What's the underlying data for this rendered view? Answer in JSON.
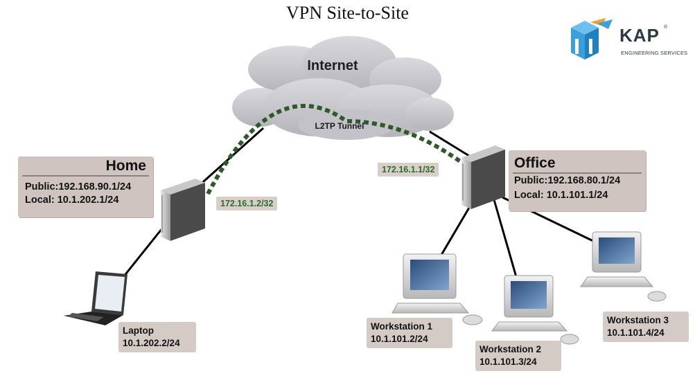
{
  "title": "VPN Site-to-Site",
  "logo": {
    "name": "KAP",
    "registered": "®",
    "subtitle": "ENGINEERING SERVICES"
  },
  "cloud": {
    "label": "Internet"
  },
  "tunnel": {
    "label": "L2TP Tunnel",
    "color": "#2e5a2a"
  },
  "home": {
    "name": "Home",
    "public": "Public:192.168.90.1/24",
    "local": "Local: 10.1.202.1/24",
    "tunnel_ip": "172.16.1.2/32"
  },
  "office": {
    "name": "Office",
    "public": "Public:192.168.80.1/24",
    "local": "Local: 10.1.101.1/24",
    "tunnel_ip": "172.16.1.1/32"
  },
  "devices": {
    "laptop": {
      "name": "Laptop",
      "ip": "10.1.202.2/24"
    },
    "ws1": {
      "name": "Workstation 1",
      "ip": "10.1.101.2/24"
    },
    "ws2": {
      "name": "Workstation 2",
      "ip": "10.1.101.3/24"
    },
    "ws3": {
      "name": "Workstation 3",
      "ip": "10.1.101.4/24"
    }
  },
  "colors": {
    "label_bg": "#d8cfca",
    "tunnel_text": "#2e6a2a",
    "logo_blue": "#3aa0dc",
    "logo_orange": "#f0a030"
  }
}
